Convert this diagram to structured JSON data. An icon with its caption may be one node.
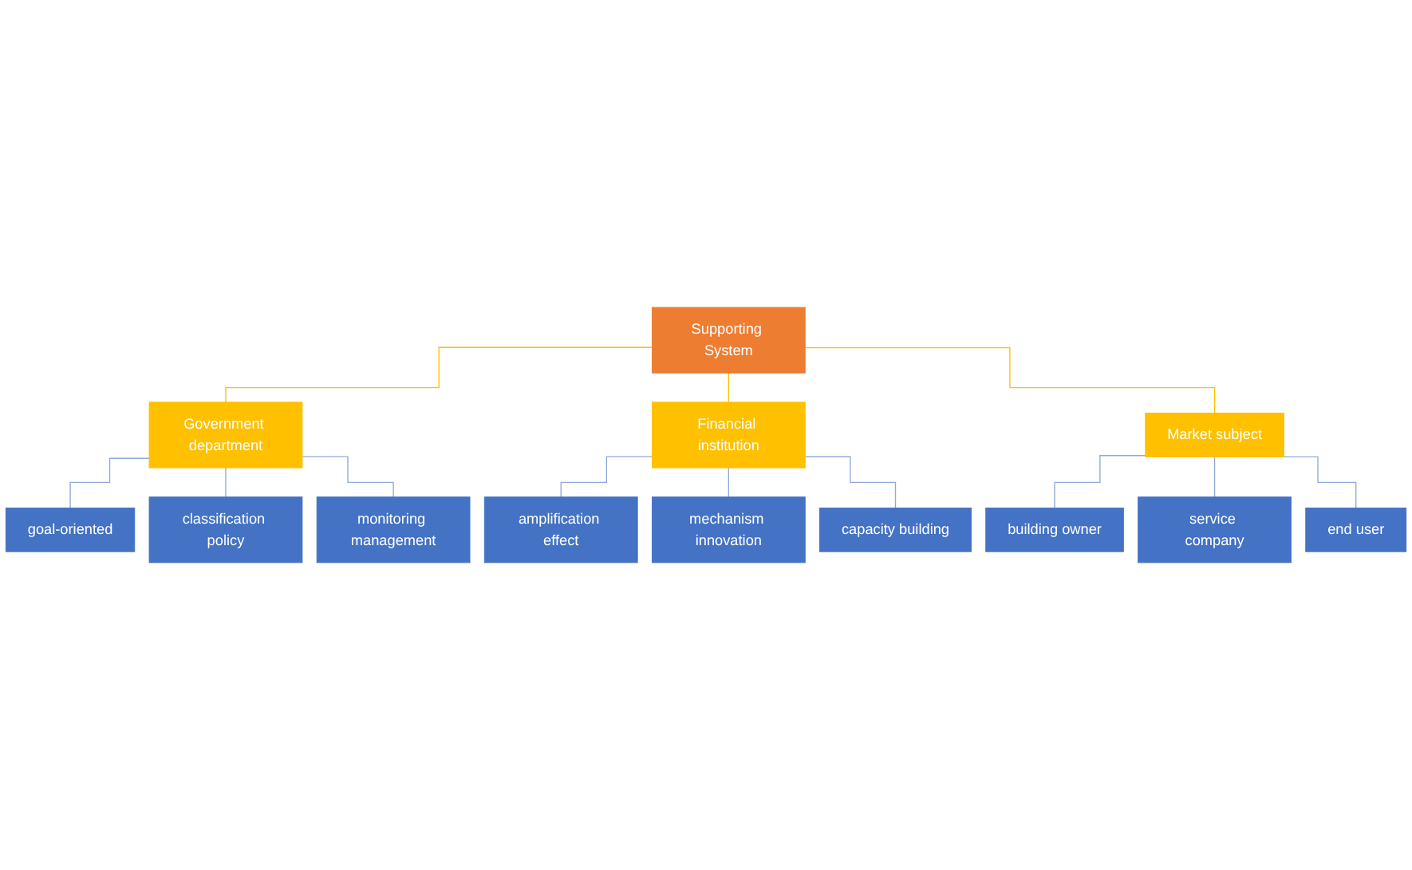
{
  "diagram": {
    "nodes": [
      {
        "text": [
          "Supporting System"
        ]
      },
      {
        "text": [
          "Government department"
        ]
      },
      {
        "text": [
          "goal-oriented"
        ]
      },
      {
        "text": [
          "classification policy"
        ]
      },
      {
        "text": [
          "monitoring management"
        ]
      },
      {
        "text": [
          "Financial institution"
        ]
      },
      {
        "text": [
          "amplification effect"
        ]
      },
      {
        "text": [
          "mechanism innovation"
        ]
      },
      {
        "text": [
          "capacity building"
        ]
      },
      {
        "text": [
          "Market subject"
        ]
      },
      {
        "text": [
          "building owner"
        ]
      },
      {
        "text": [
          "service company"
        ]
      },
      {
        "text": [
          "end user"
        ]
      }
    ],
    "edges": [
      {
        "from": 0,
        "to": 1,
        "arrow": "none",
        "color": "#ffc000"
      },
      {
        "from": 0,
        "to": 5,
        "arrow": "none",
        "color": "#ffc000"
      },
      {
        "from": 0,
        "to": 9,
        "arrow": "none",
        "color": "#ffc000"
      },
      {
        "from": 1,
        "to": 2,
        "arrow": "none"
      },
      {
        "from": 1,
        "to": 3,
        "arrow": "none"
      },
      {
        "from": 1,
        "to": 4,
        "arrow": "none"
      },
      {
        "from": 5,
        "to": 6,
        "arrow": "none"
      },
      {
        "from": 5,
        "to": 7,
        "arrow": "none"
      },
      {
        "from": 5,
        "to": 8,
        "arrow": "none"
      },
      {
        "from": 9,
        "to": 10,
        "arrow": "none"
      },
      {
        "from": 9,
        "to": 11,
        "arrow": "none"
      },
      {
        "from": 9,
        "to": 12,
        "arrow": "none"
      }
    ]
  }
}
